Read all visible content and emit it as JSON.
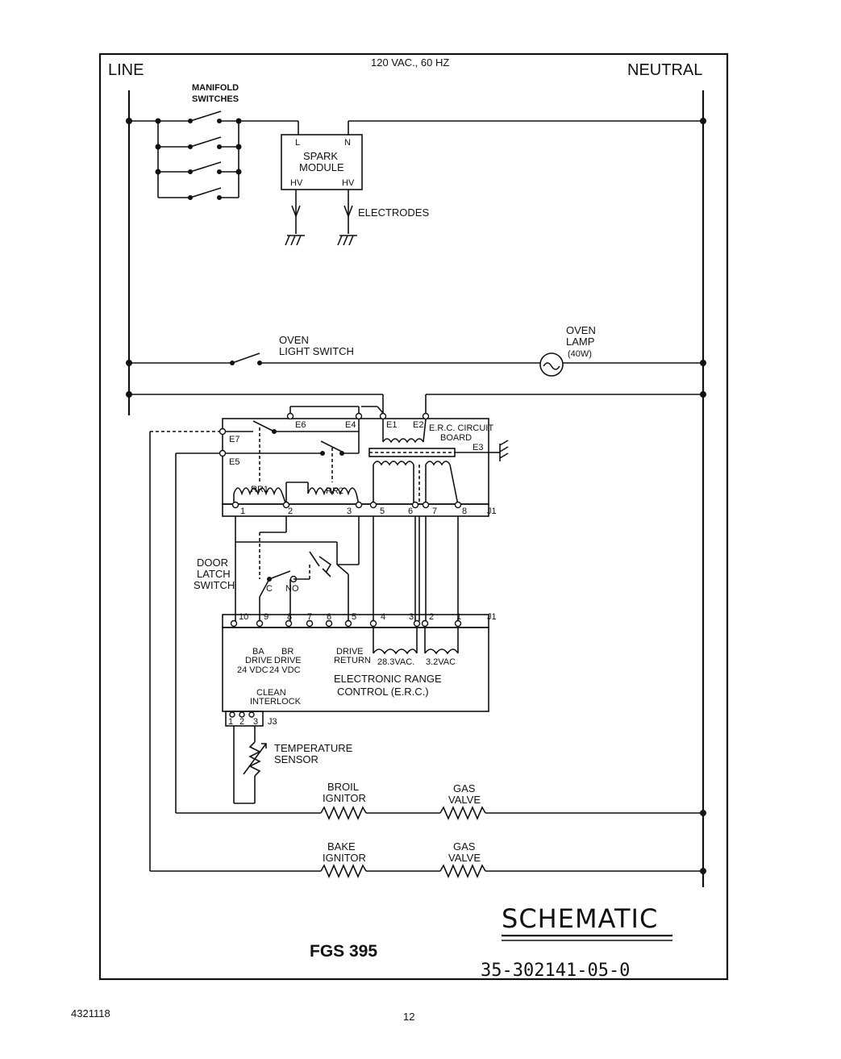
{
  "header": {
    "line_label": "LINE",
    "supply_label": "120 VAC., 60 HZ",
    "neutral_label": "NEUTRAL"
  },
  "components": {
    "manifold_switches": "MANIFOLD",
    "manifold_switches_2": "SWITCHES",
    "spark_module_1": "SPARK",
    "spark_module_2": "MODULE",
    "spark_l": "L",
    "spark_n": "N",
    "spark_hv1": "HV",
    "spark_hv2": "HV",
    "electrodes": "ELECTRODES",
    "oven_light_switch_1": "OVEN",
    "oven_light_switch_2": "LIGHT SWITCH",
    "oven_lamp_1": "OVEN",
    "oven_lamp_2": "LAMP",
    "oven_lamp_3": "(40W)",
    "erc_board_1": "E.R.C. CIRCUIT",
    "erc_board_2": "BOARD",
    "door_latch_1": "DOOR",
    "door_latch_2": "LATCH",
    "door_latch_3": "SWITCH",
    "door_c": "C",
    "door_no": "NO",
    "ba_drive_1": "BA",
    "ba_drive_2": "DRIVE",
    "ba_drive_3": "24 VDC",
    "br_drive_1": "BR",
    "br_drive_2": "DRIVE",
    "br_drive_3": "24 VDC",
    "drive_return_1": "DRIVE",
    "drive_return_2": "RETURN",
    "vac_28": "28.3VAC.",
    "vac_3": "3.2VAC",
    "erc_1": "ELECTRONIC RANGE",
    "erc_2": "CONTROL (E.R.C.)",
    "clean_interlock_1": "CLEAN",
    "clean_interlock_2": "INTERLOCK",
    "temp_sensor_1": "TEMPERATURE",
    "temp_sensor_2": "SENSOR",
    "broil_ignitor_1": "BROIL",
    "broil_ignitor_2": "IGNITOR",
    "gas_valve_1a": "GAS",
    "gas_valve_1b": "VALVE",
    "bake_ignitor_1": "BAKE",
    "bake_ignitor_2": "IGNITOR",
    "gas_valve_2a": "GAS",
    "gas_valve_2b": "VALVE",
    "rr1": "RR1",
    "rr2": "RR2"
  },
  "terminals": {
    "e6": "E6",
    "e4": "E4",
    "e1": "E1",
    "e2": "E2",
    "e3": "E3",
    "e7": "E7",
    "e5": "E5",
    "j1_top": "J1",
    "j1_bottom": "J1",
    "j3": "J3",
    "top_pins": [
      "1",
      "2",
      "3",
      "5",
      "6",
      "7",
      "8"
    ],
    "bottom_pins": [
      "10",
      "9",
      "8",
      "7",
      "6",
      "5",
      "4",
      "3",
      "2",
      "1"
    ],
    "j3_pins": [
      "1",
      "2",
      "3"
    ]
  },
  "title_block": {
    "title": "SCHEMATIC",
    "model": "FGS 395",
    "part_number": "35-302141-05-0"
  },
  "footer": {
    "doc_number": "4321118",
    "page_number": "12"
  }
}
